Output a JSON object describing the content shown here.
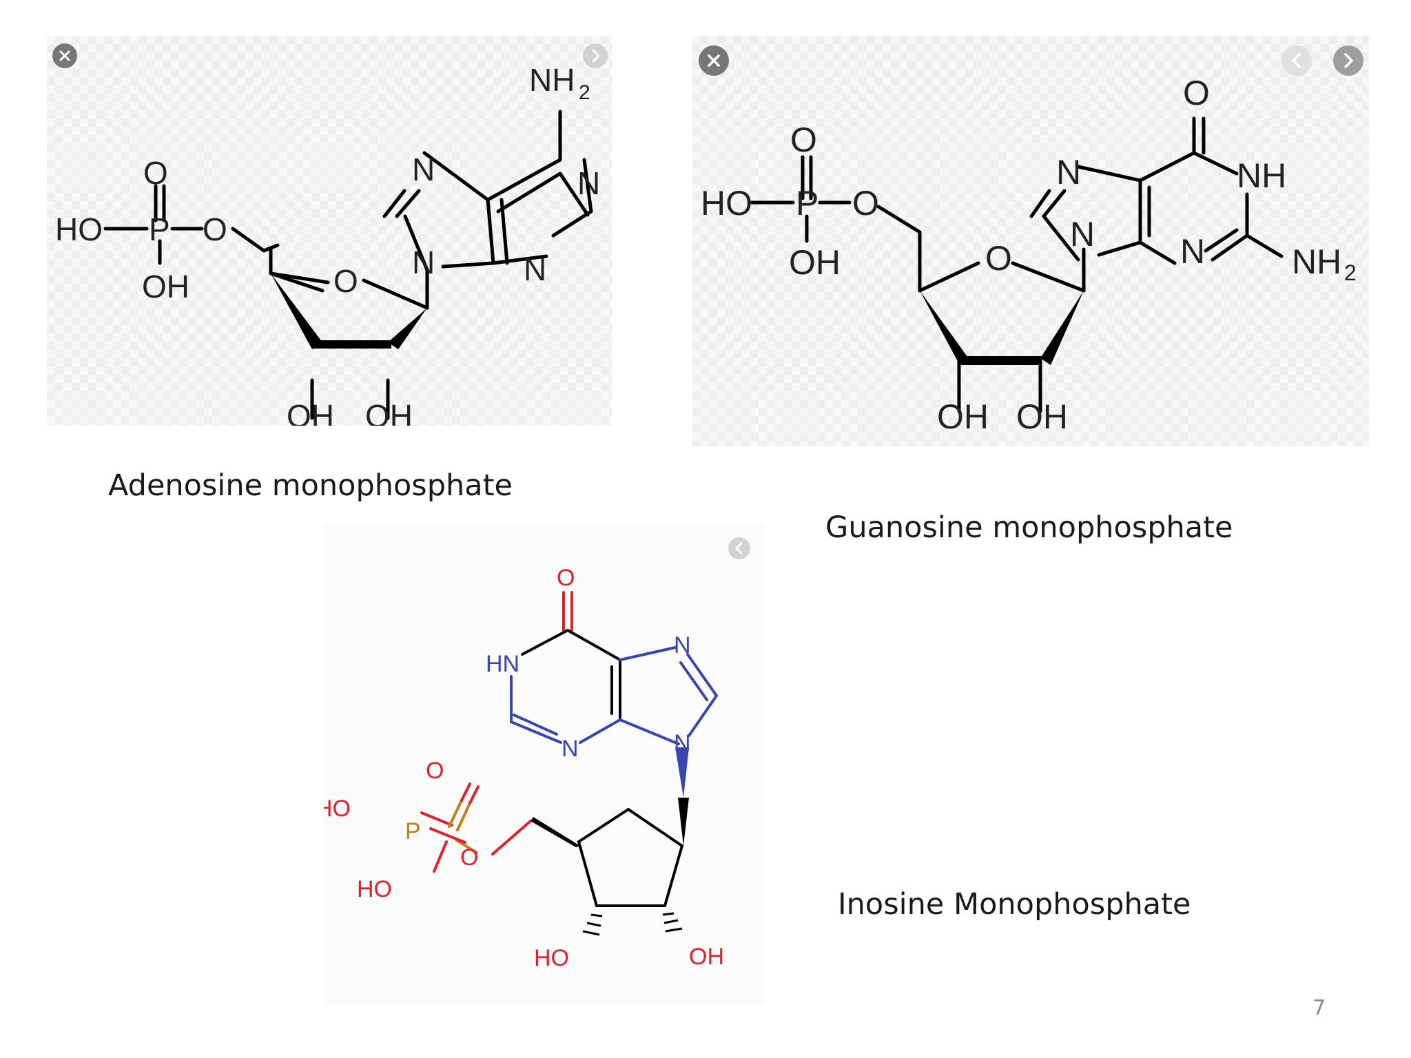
{
  "slide": {
    "page_number": "7",
    "captions": {
      "amp": "Adenosine monophosphate",
      "gmp": "Guanosine monophosphate",
      "imp": "Inosine Monophosphate"
    }
  },
  "structures": {
    "amp": {
      "colors": {
        "bonds": "#000000",
        "labels": "#222222"
      },
      "atoms": {
        "o_double": "O",
        "ho": "HO",
        "p": "P",
        "o_ester": "O",
        "oh_phosphate": "OH",
        "o_ring": "O",
        "n9": "N",
        "n7": "N",
        "n1": "N",
        "n3": "N",
        "nh2": "NH",
        "nh2_sub": "2",
        "oh_3": "OH",
        "oh_2": "OH"
      }
    },
    "gmp": {
      "colors": {
        "bonds": "#000000",
        "labels": "#222222"
      },
      "atoms": {
        "o_double": "O",
        "ho": "HO",
        "p": "P",
        "o_ester": "O",
        "oh_phosphate": "OH",
        "o_ring": "O",
        "n9": "N",
        "n7": "N",
        "n3": "N",
        "nh": "NH",
        "nh2": "NH",
        "nh2_sub": "2",
        "o_carbonyl": "O",
        "oh_3": "OH",
        "oh_2": "OH"
      }
    },
    "imp": {
      "colors": {
        "bonds": "#000000",
        "oxygen": "#e0202a",
        "nitrogen": "#3a46b0",
        "phosphorus": "#c08020"
      },
      "atoms": {
        "o_carbonyl": "O",
        "hn": "HN",
        "n7": "N",
        "n3": "N",
        "n9": "N",
        "o_double": "O",
        "ho_1": "HO",
        "p": "P",
        "o_ester": "O",
        "ho_2": "HO",
        "ho_3": "HO",
        "oh_2": "OH"
      }
    }
  },
  "viewer_controls": {
    "close_icon": "close-icon",
    "next_icon": "chevron-right-icon",
    "prev_icon": "chevron-left-icon"
  }
}
